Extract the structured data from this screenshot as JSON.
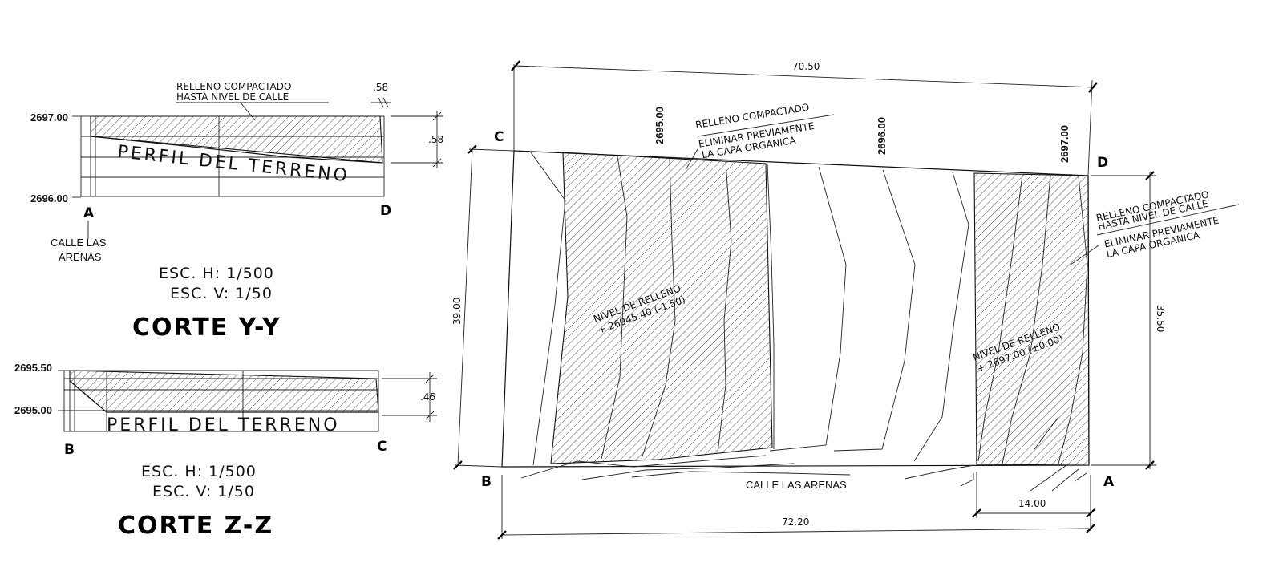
{
  "corte_yy": {
    "note_line1": "RELLENO COMPACTADO",
    "note_line2": "HASTA NIVEL DE CALLE",
    "dim_top": ".58",
    "dim_right": ".58",
    "elev_top": "2697.00",
    "elev_bottom": "2696.00",
    "profile_label": "PERFIL DEL TERRENO",
    "point_left": "A",
    "point_right": "D",
    "street_line1": "CALLE LAS",
    "street_line2": "ARENAS",
    "scale_h": "ESC. H: 1/500",
    "scale_v": "ESC. V: 1/50",
    "title": "CORTE Y-Y"
  },
  "corte_zz": {
    "elev_top": "2695.50",
    "elev_bottom": "2695.00",
    "dim_right": ".46",
    "profile_label": "PERFIL DEL TERRENO",
    "point_left": "B",
    "point_right": "C",
    "scale_h": "ESC. H: 1/500",
    "scale_v": "ESC. V: 1/50",
    "title": "CORTE Z-Z"
  },
  "plan": {
    "dim_top": "70.50",
    "dim_bottom": "72.20",
    "dim_left": "39.00",
    "dim_right": "35.50",
    "dim_bottom_right": "14.00",
    "corner_c": "C",
    "corner_d": "D",
    "corner_b": "B",
    "corner_a": "A",
    "contour_1": "2695.00",
    "contour_2": "2696.00",
    "contour_3": "2697.00",
    "note_top_line1": "RELLENO COMPACTADO",
    "note_top_line2": "ELIMINAR PREVIAMENTE",
    "note_top_line3": "LA CAPA ORGANICA",
    "note_right_line1": "RELLENO COMPACTADO",
    "note_right_line2": "HASTA NIVEL DE CALLE",
    "note_right_line3": "ELIMINAR PREVIAMENTE",
    "note_right_line4": "LA CAPA ORGANICA",
    "fill_left_line1": "NIVEL DE RELLENO",
    "fill_left_line2": "+ 26945.40   (-1.50)",
    "fill_right_line1": "NIVEL DE RELLENO",
    "fill_right_line2": "+ 2697.00   (±0.00)",
    "street": "CALLE LAS ARENAS"
  }
}
